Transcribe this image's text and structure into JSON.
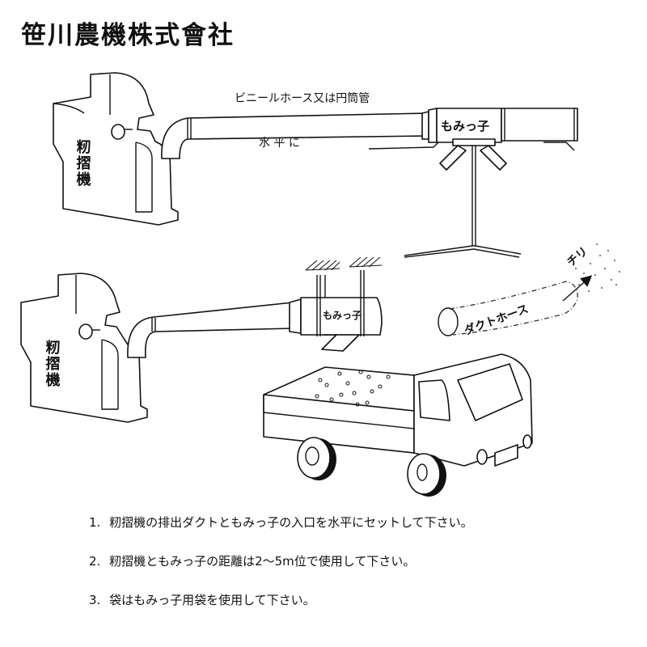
{
  "header": {
    "company_name": "笹川農機株式會社"
  },
  "diagram_top": {
    "machine_label": "籾摺機",
    "hose_label": "ビニールホース又は円筒管",
    "level_label": "水 平 に",
    "device_label": "もみっ子"
  },
  "diagram_bottom": {
    "machine_label": "籾摺機",
    "device_label": "もみっ子",
    "duct_hose_label": "ダクトホース",
    "dust_label": "チリ"
  },
  "instructions": [
    {
      "number": "1.",
      "text": "籾摺機の排出ダクトともみっ子の入口を水平にセットして下さい。"
    },
    {
      "number": "2.",
      "text": "籾摺機ともみっ子の距離は2〜5m位で使用して下さい。"
    },
    {
      "number": "3.",
      "text": "袋はもみっ子用袋を使用して下さい。"
    }
  ]
}
